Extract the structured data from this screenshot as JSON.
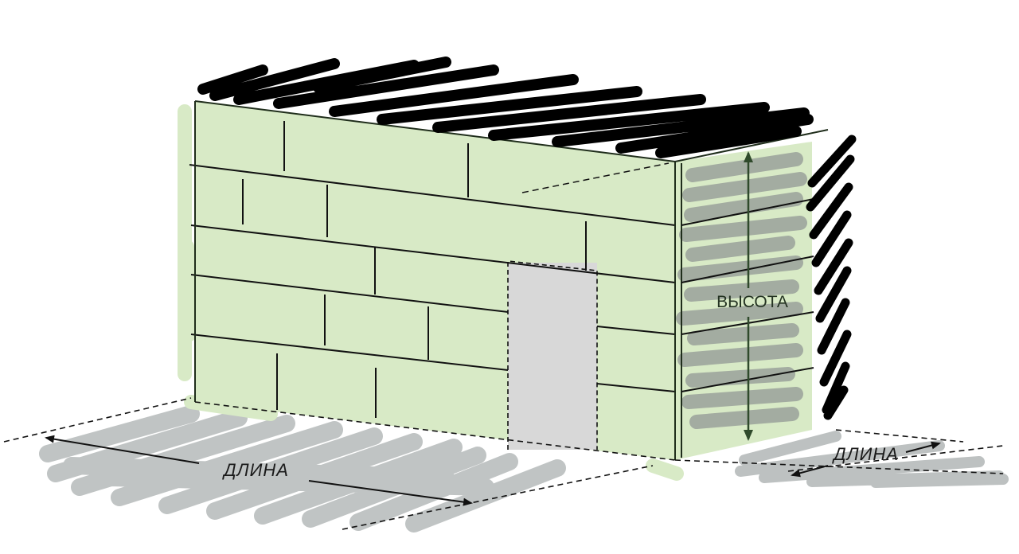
{
  "diagram": {
    "length_label_front": "ДЛИНА",
    "length_label_side": "ДЛИНА",
    "height_label": "ВЫСОТА"
  },
  "colors": {
    "wall_green": "#d8eac6",
    "side_shading_gray": "#9aa19a",
    "ground_shadow_gray": "#bdc1c1",
    "door_gray": "#d8d8d8",
    "roof_scribble": "#000000",
    "height_arrow": "#2f4a2b",
    "outline": "#1a1a1a"
  }
}
